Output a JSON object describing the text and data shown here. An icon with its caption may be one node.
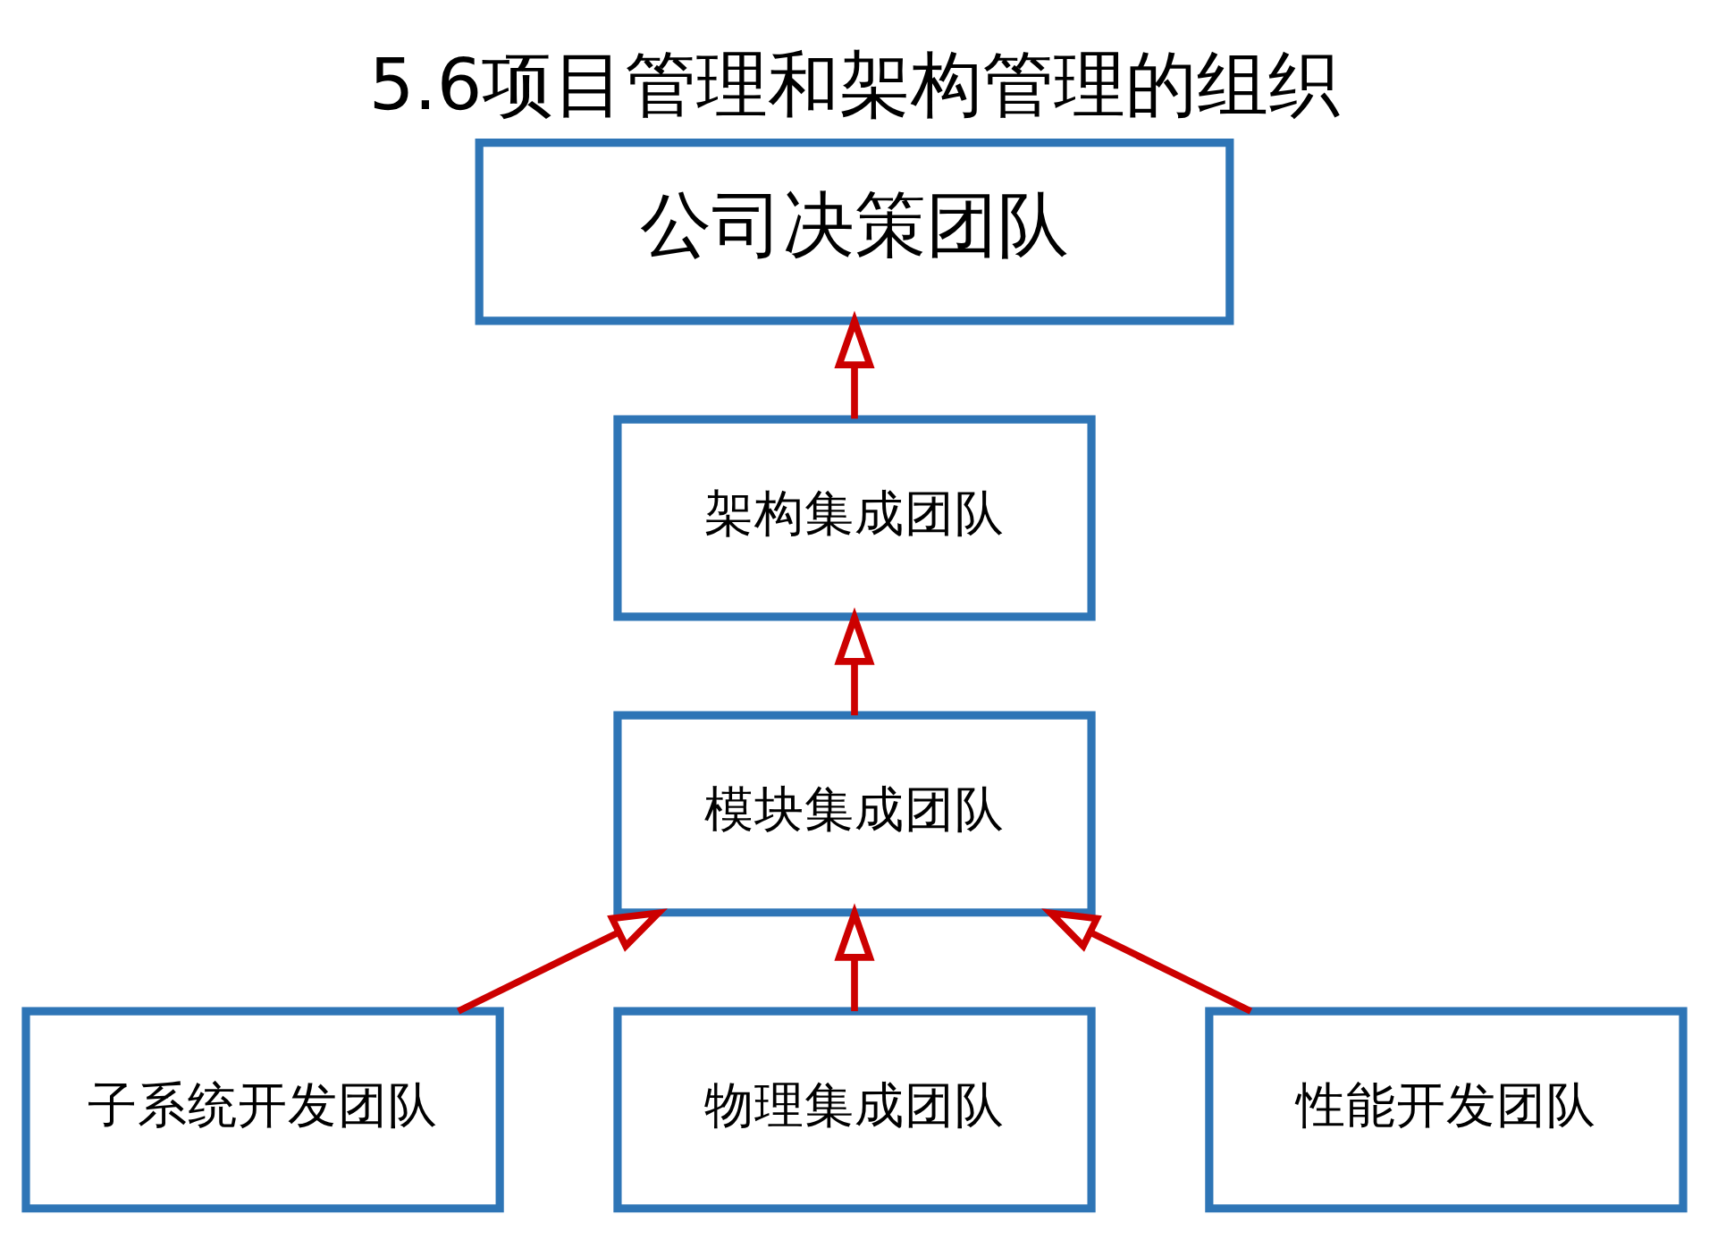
{
  "diagram": {
    "title": "5.6项目管理和架构管理的组织",
    "nodes": [
      {
        "text": [
          "公司决策团队"
        ]
      },
      {
        "text": [
          "架构集成团队"
        ]
      },
      {
        "text": [
          "模块集成团队"
        ]
      },
      {
        "text": [
          "子系统开发团队"
        ]
      },
      {
        "text": [
          "物理集成团队"
        ]
      },
      {
        "text": [
          "性能开发团队"
        ]
      }
    ],
    "edges": [
      {
        "from": 1,
        "to": 0,
        "arrow": "to"
      },
      {
        "from": 2,
        "to": 1,
        "arrow": "to"
      },
      {
        "from": 3,
        "to": 2,
        "arrow": "to"
      },
      {
        "from": 4,
        "to": 2,
        "arrow": "to"
      },
      {
        "from": 5,
        "to": 2,
        "arrow": "to"
      }
    ]
  }
}
